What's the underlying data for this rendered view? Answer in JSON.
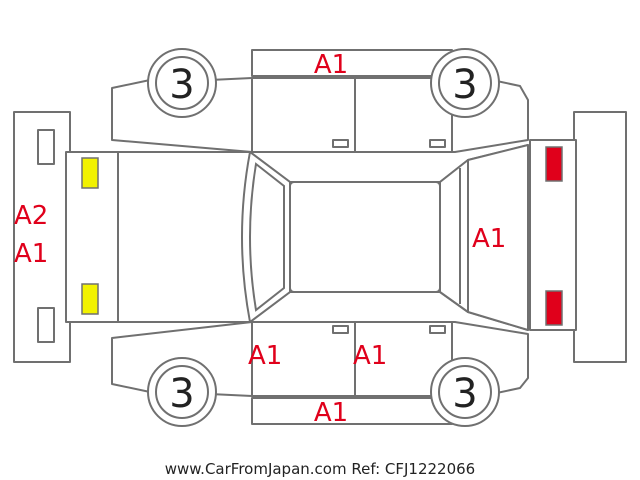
{
  "colors": {
    "outline": "#707070",
    "damage_text": "#e0001b",
    "headlight": "#f2f200",
    "taillight": "#e0001b",
    "wheel_text": "#222222",
    "footer_text": "#222222"
  },
  "wheels": {
    "front_left": "3",
    "rear_left": "3",
    "front_right": "3",
    "rear_right": "3"
  },
  "damage_labels": {
    "roof_top_strip": "A1",
    "front_bumper_line1": "A2",
    "front_bumper_line2": "A1",
    "rear_window": "A1",
    "front_door_right": "A1",
    "rear_door_right": "A1",
    "bottom_strip": "A1"
  },
  "footer": {
    "text": "www.CarFromJapan.com Ref: CFJ1222066"
  }
}
